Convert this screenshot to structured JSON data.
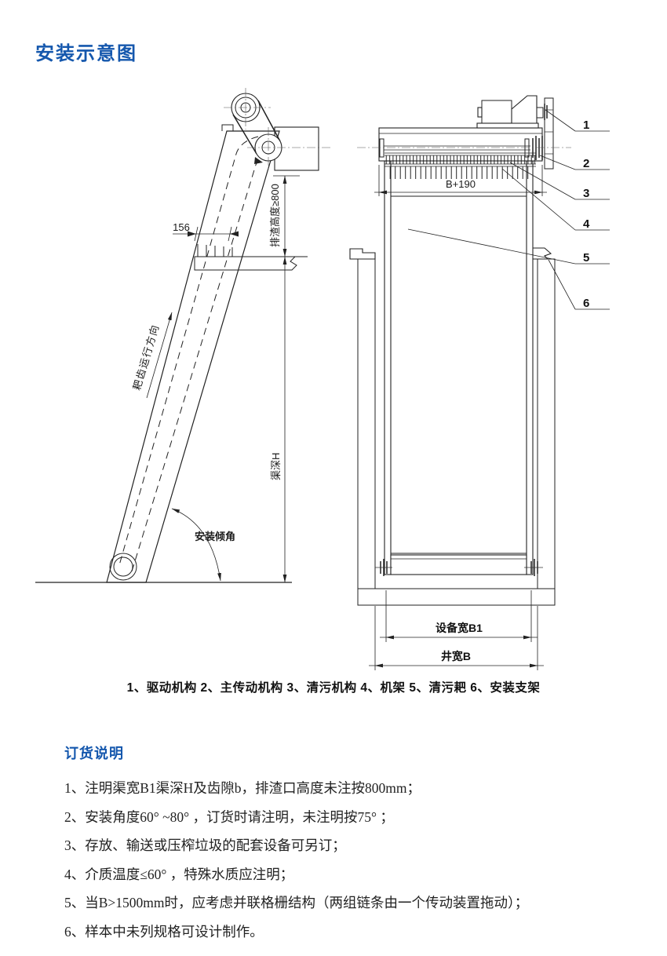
{
  "page": {
    "title": "安装示意图"
  },
  "colors": {
    "accent_blue": "#1457ad",
    "line_dark": "#222222",
    "background": "#ffffff"
  },
  "diagram": {
    "caption": "1、驱动机构 2、主传动机构 3、清污机构 4、机架 5、清污耙 6、安装支架",
    "side_view": {
      "tooth_pitch": "156",
      "discharge_height": "排渣高度≥800",
      "rake_direction": "耙齿运行方向",
      "channel_depth": "渠深H",
      "install_angle": "安装倾角"
    },
    "front_view": {
      "top_width": "B+190",
      "equipment_width": "设备宽B1",
      "well_width": "井宽B",
      "callouts": [
        "1",
        "2",
        "3",
        "4",
        "5",
        "6"
      ]
    }
  },
  "order_notes": {
    "heading": "订货说明",
    "items": [
      "1、注明渠宽B1渠深H及齿隙b，排渣口高度未注按800mm；",
      "2、安装角度60° ~80° ，订货时请注明，未注明按75° ；",
      "3、存放、输送或压榨垃圾的配套设备可另订；",
      "4、介质温度≤60° ，特殊水质应注明；",
      "5、当B>1500mm时，应考虑并联格栅结构（两组链条由一个传动装置拖动）；",
      "6、样本中未列规格可设计制作。"
    ]
  }
}
